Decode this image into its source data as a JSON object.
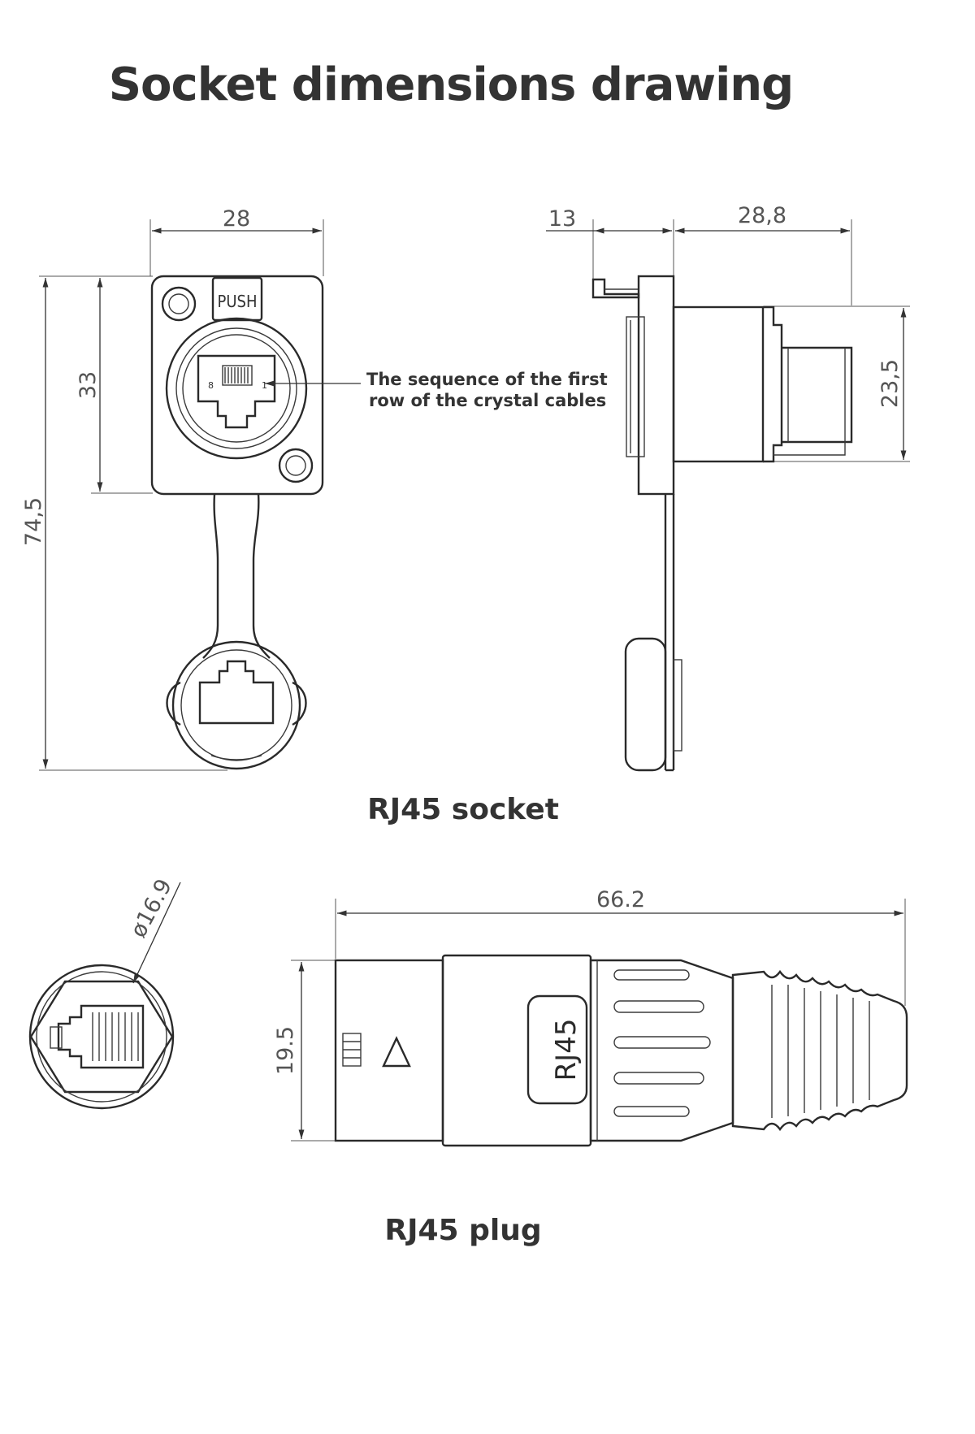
{
  "title": "Socket dimensions drawing",
  "socket": {
    "caption": "RJ45 socket",
    "front_view": {
      "push_label": "PUSH",
      "pin_label_left": "8",
      "pin_label_right": "1",
      "dims": {
        "width": "28",
        "panel_height": "33",
        "total_height": "74,5"
      }
    },
    "annotation": {
      "line1": "The sequence of the first",
      "line2": "row of the crystal cables"
    },
    "side_view": {
      "dims": {
        "flange_depth": "13",
        "body_depth": "28,8",
        "body_height": "23,5"
      }
    }
  },
  "plug": {
    "caption": "RJ45 plug",
    "front_view": {
      "dims": {
        "diameter": "ø16.9"
      }
    },
    "side_view": {
      "badge": "RJ45",
      "dims": {
        "length": "66.2",
        "height": "19.5"
      }
    }
  }
}
